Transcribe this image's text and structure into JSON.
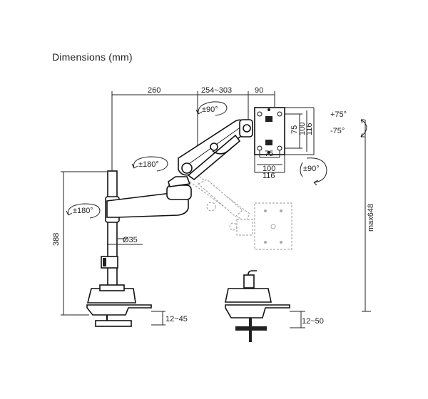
{
  "title": "Dimensions (mm)",
  "dimensions": {
    "arm_1": "260",
    "arm_2": "254~303",
    "arm_3": "90",
    "pole_height": "388",
    "pole_diameter": "Ø35",
    "clamp_thickness": "12~45",
    "grommet_thickness": "12~50",
    "max_height": "max648",
    "vesa_v1": "75",
    "vesa_v2": "100",
    "vesa_v3": "116",
    "vesa_h1": "75",
    "vesa_h2": "100",
    "vesa_h3": "116"
  },
  "rotations": {
    "top_arm": "±90°",
    "mid_arm": "±180°",
    "pole": "±180°",
    "screen": "±90°",
    "tilt_up": "+75°",
    "tilt_down": "-75°"
  }
}
